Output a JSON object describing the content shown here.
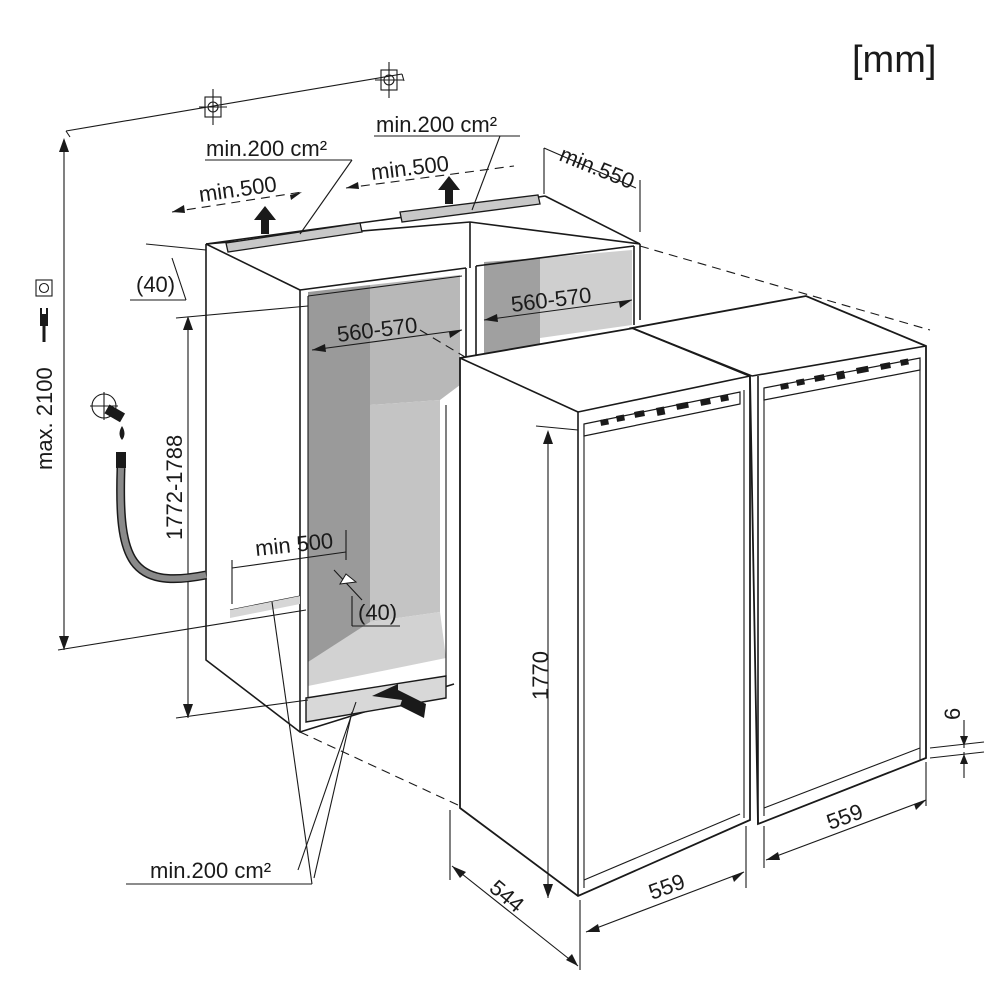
{
  "unit_label": "[mm]",
  "labels": {
    "vent_area_top_left": "min.200 cm²",
    "vent_area_top_right": "min.200 cm²",
    "vent_area_bottom": "min.200 cm²",
    "gap_top_left": "min.500",
    "gap_top_right": "min.500",
    "depth_top": "min.550",
    "offset_top": "(40)",
    "offset_bottom": "(40)",
    "niche_width_left": "560-570",
    "niche_width_right": "560-570",
    "gap_bottom": "min 500",
    "niche_height": "1772-1788",
    "max_height": "max. 2100",
    "appliance_height": "1770",
    "appliance_depth": "544",
    "appliance_width_front": "559",
    "appliance_width_back": "559",
    "plinth_gap": "6"
  },
  "icons": {
    "mounting_bracket": "bracket-crosshair-icon",
    "power_plug": "power-plug-icon",
    "socket": "socket-icon",
    "water_tap": "water-tap-icon"
  },
  "colors": {
    "ink": "#1a1a1a",
    "niche_shade_dark": "#9a9a9a",
    "niche_shade_mid": "#b4b4b4",
    "niche_shade_light": "#d2d2d2"
  }
}
